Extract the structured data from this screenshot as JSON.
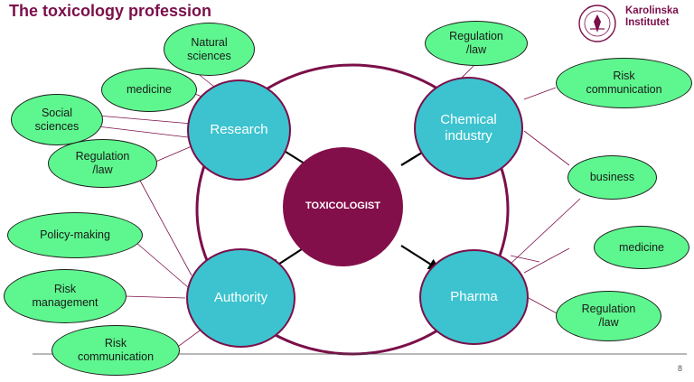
{
  "slide": {
    "title": "The toxicology profession",
    "page_number": "8"
  },
  "logo": {
    "line1": "Karolinska",
    "line2": "Institutet"
  },
  "center": {
    "label": "TOXICOLOGIST"
  },
  "sectors": {
    "research": "Research",
    "chemical": "Chemical industry",
    "authority": "Authority",
    "pharma": "Pharma"
  },
  "bubbles": {
    "natural_sciences": "Natural sciences",
    "medicine_left": "medicine",
    "social_sciences": "Social sciences",
    "regulation_left": "Regulation /law",
    "policy_making": "Policy-making",
    "risk_management": "Risk management",
    "risk_comm_bottom": "Risk communication",
    "regulation_top_right": "Regulation /law",
    "risk_comm_right": "Risk communication",
    "business": "business",
    "medicine_right": "medicine",
    "regulation_bottom_right": "Regulation /law"
  },
  "colors": {
    "brand": "#7b0f4a",
    "center_fill": "#830f4a",
    "sector_fill": "#3cc3cf",
    "bubble_fill": "#5ef78f"
  }
}
